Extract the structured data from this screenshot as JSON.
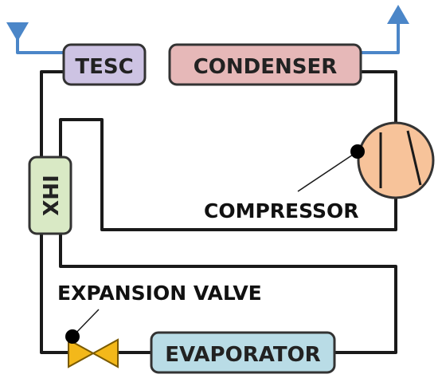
{
  "components": {
    "tesc": {
      "label": "TESC",
      "color": "#cdc3e3"
    },
    "condenser": {
      "label": "CONDENSER",
      "color": "#e6b8b8"
    },
    "ihx": {
      "label": "IHX",
      "color": "#d9e9c5"
    },
    "evaporator": {
      "label": "EVAPORATOR",
      "color": "#b9dce6"
    },
    "compressor": {
      "label": "COMPRESSOR",
      "color": "#f7c39a"
    },
    "expansion_valve": {
      "label": "EXPANSION VALVE",
      "color": "#f3b81a"
    }
  },
  "colors": {
    "water_line": "#4b86c8",
    "refrigerant_line": "#1a1a1a",
    "box_border": "#333333"
  }
}
